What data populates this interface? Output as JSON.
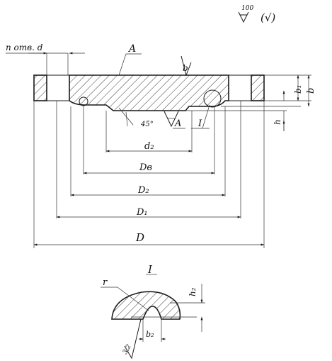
{
  "surface_finish": {
    "value": "100",
    "symbol": "∇",
    "bracket": "(√)"
  },
  "labels": {
    "holes": "n отв. d",
    "section_A_top": "A",
    "section_A_bottom": "A",
    "callout_I": "I",
    "angle": "45°",
    "bevel": "b",
    "b": "b",
    "b1": "b₁",
    "h": "h",
    "d2": "d₂",
    "DB": "Dв",
    "D2": "D₂",
    "D1": "D₁",
    "D": "D"
  },
  "detail": {
    "title": "I",
    "r": "r",
    "h2": "h₂",
    "b2": "b₂",
    "roughness": "3,2"
  }
}
